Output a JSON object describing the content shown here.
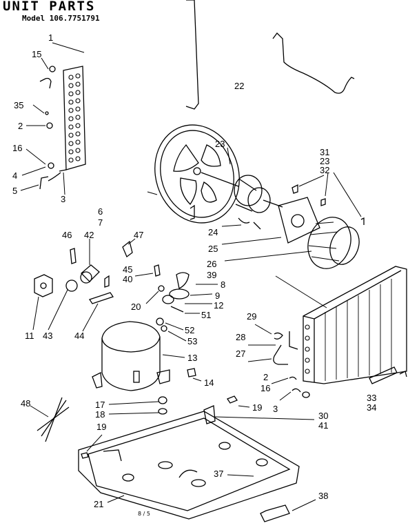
{
  "header": {
    "title": "UNIT PARTS",
    "model": "Model 106.7751791"
  },
  "labels": {
    "p1": "1",
    "p15": "15",
    "p35": "35",
    "p2a": "2",
    "p16a": "16",
    "p4": "4",
    "p5": "5",
    "p3a": "3",
    "p22": "22",
    "p23a": "23",
    "p31": "31",
    "p23b": "23",
    "p32": "32",
    "p6": "6",
    "p7": "7",
    "p46": "46",
    "p42": "42",
    "p47": "47",
    "p24": "24",
    "p25": "25",
    "p26": "26",
    "p45": "45",
    "p40": "40",
    "p39": "39",
    "p8": "8",
    "p9": "9",
    "p12": "12",
    "p51": "51",
    "p20": "20",
    "p52": "52",
    "p53": "53",
    "p11": "11",
    "p43": "43",
    "p44": "44",
    "p13": "13",
    "p14": "14",
    "p29": "29",
    "p28": "28",
    "p27": "27",
    "p16b": "16",
    "p2b": "2",
    "p3b": "3",
    "p33": "33",
    "p34": "34",
    "p30": "30",
    "p41": "41",
    "p19a": "19",
    "p17": "17",
    "p18": "18",
    "p19b": "19",
    "p48": "48",
    "p37": "37",
    "p21": "21",
    "p38": "38"
  },
  "page_mark": "8 / 5"
}
